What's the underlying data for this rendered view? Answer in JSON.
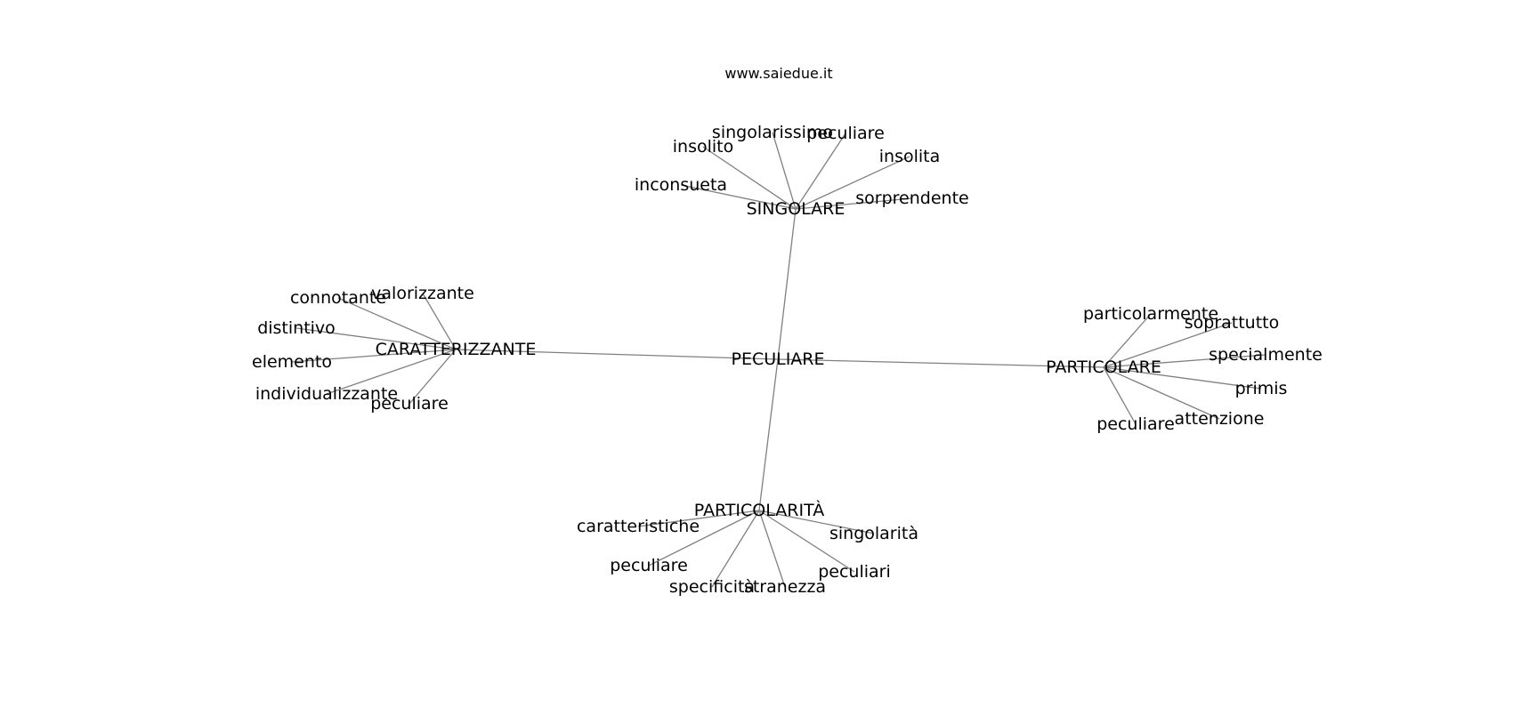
{
  "site_label": "www.saiedue.it",
  "edge_color": "#808080",
  "text_color": "#000000",
  "graph": {
    "center": "PECULIARE",
    "hubs": [
      {
        "id": "singolare",
        "label": "SINGOLARE",
        "leaves": [
          "singolarissimo",
          "peculiare",
          "insolito",
          "insolita",
          "inconsueta",
          "sorprendente"
        ]
      },
      {
        "id": "caratterizzante",
        "label": "CARATTERIZZANTE",
        "leaves": [
          "connotante",
          "valorizzante",
          "distintivo",
          "elemento",
          "individualizzante",
          "peculiare"
        ]
      },
      {
        "id": "particolare",
        "label": "PARTICOLARE",
        "leaves": [
          "particolarmente",
          "soprattutto",
          "specialmente",
          "primis",
          "attenzione",
          "peculiare"
        ]
      },
      {
        "id": "particolarita",
        "label": "PARTICOLARITÀ",
        "leaves": [
          "caratteristiche",
          "singolarità",
          "peculiare",
          "peculiari",
          "specificità",
          "stranezza"
        ]
      }
    ]
  }
}
